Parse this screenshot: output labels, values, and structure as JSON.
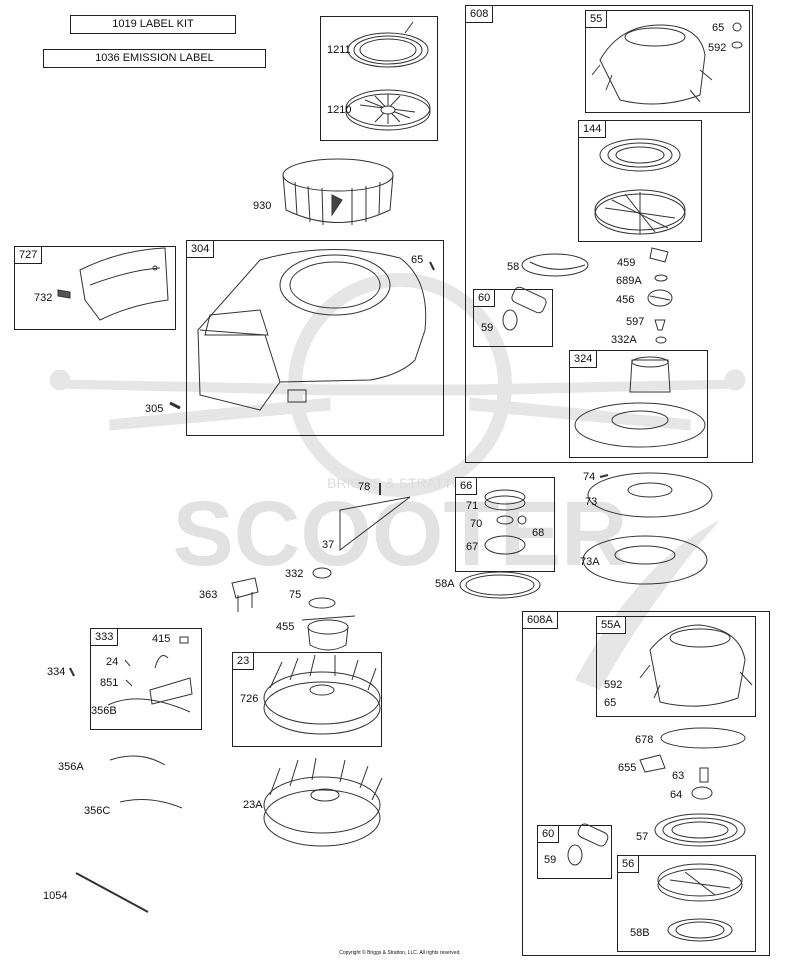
{
  "labels_kit": {
    "label_kit": "1019 LABEL KIT",
    "emission_label": "1036 EMISSION LABEL"
  },
  "watermark": {
    "brand": "BRIGGS & STRATTON",
    "word": "SCOOTER"
  },
  "boxes": {
    "b608": "608",
    "b55": "55",
    "b144": "144",
    "b60a": "60",
    "b324": "324",
    "b727": "727",
    "b304": "304",
    "b66": "66",
    "b333": "333",
    "b23": "23",
    "b608A": "608A",
    "b55A": "55A",
    "b60b": "60",
    "b56": "56"
  },
  "parts": {
    "p1211": "1211",
    "p1210": "1210",
    "p930": "930",
    "p732": "732",
    "p65a": "65",
    "p305": "305",
    "p65b": "65",
    "p592a": "592",
    "p58": "58",
    "p459": "459",
    "p689A": "689A",
    "p456": "456",
    "p597": "597",
    "p332A": "332A",
    "p59a": "59",
    "p78": "78",
    "p37": "37",
    "p71": "71",
    "p70": "70",
    "p68": "68",
    "p67": "67",
    "p58A": "58A",
    "p74": "74",
    "p73": "73",
    "p73A": "73A",
    "p332": "332",
    "p75": "75",
    "p363": "363",
    "p455": "455",
    "p415": "415",
    "p334": "334",
    "p24": "24",
    "p851": "851",
    "p356B": "356B",
    "p726": "726",
    "p356A": "356A",
    "p356C": "356C",
    "p23A": "23A",
    "p1054": "1054",
    "p592b": "592",
    "p65c": "65",
    "p678": "678",
    "p655": "655",
    "p63": "63",
    "p64": "64",
    "p57": "57",
    "p59b": "59",
    "p58B": "58B"
  },
  "footer": {
    "copyright": "Copyright © Briggs & Stratton, LLC. All rights reserved."
  }
}
